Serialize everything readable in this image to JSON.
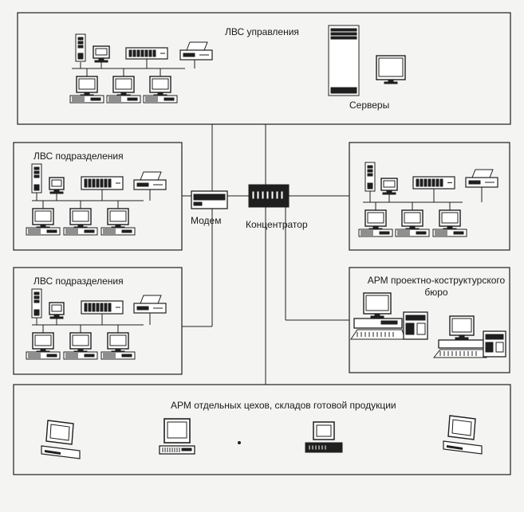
{
  "diagram": {
    "blocks": {
      "management_lan": {
        "title": "ЛВС управления",
        "servers_label": "Серверы"
      },
      "division_lan_1": {
        "title": "ЛВС подразделения"
      },
      "division_lan_2": {
        "title": "ЛВС подразделения"
      },
      "right_lan": {
        "title": ""
      },
      "design_bureau": {
        "title_line1": "АРМ проектно-коструктурского",
        "title_line2": "бюро"
      },
      "workshops": {
        "title": "АРМ отдельных цехов, складов готовой продукции"
      }
    },
    "devices": {
      "modem": {
        "label": "Модем"
      },
      "hub": {
        "label": "Концентратор"
      }
    }
  }
}
